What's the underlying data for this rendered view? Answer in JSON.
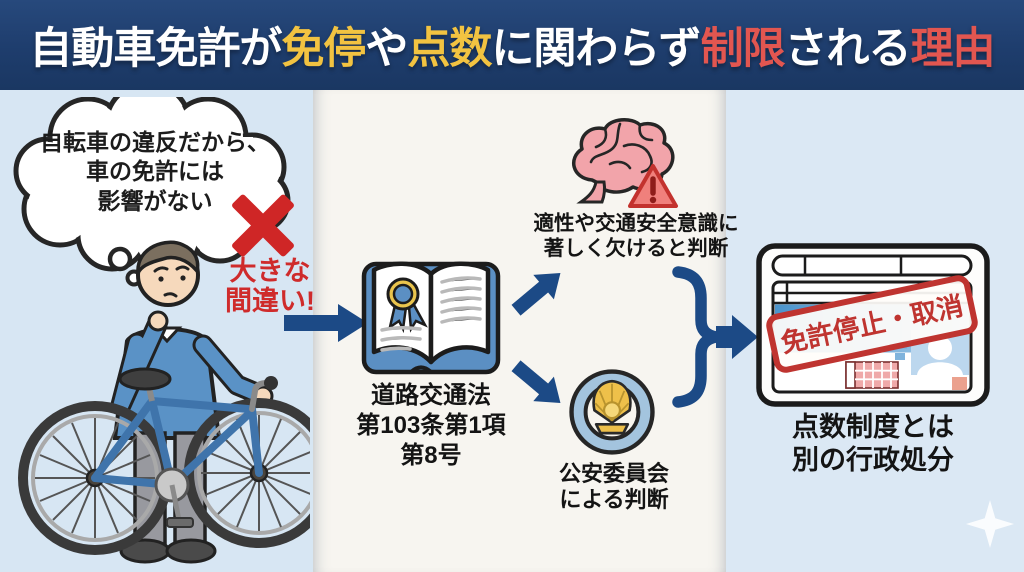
{
  "title": {
    "segments": [
      {
        "text": "自動車免許が",
        "color": "#ffffff"
      },
      {
        "text": "免停",
        "color": "#f2c341"
      },
      {
        "text": "や",
        "color": "#ffffff"
      },
      {
        "text": "点数",
        "color": "#f2c341"
      },
      {
        "text": "に関わらず",
        "color": "#ffffff"
      },
      {
        "text": "制限",
        "color": "#e25650"
      },
      {
        "text": "される",
        "color": "#ffffff"
      },
      {
        "text": "理由",
        "color": "#e25650"
      }
    ]
  },
  "left_panel": {
    "thought_bubble": {
      "lines": [
        "自転車の違反だから、",
        "車の免許には",
        "影響がない"
      ]
    },
    "mistake_label": {
      "lines": [
        "大きな",
        "間違い!"
      ]
    }
  },
  "middle_panel": {
    "law_label": {
      "lines": [
        "道路交通法",
        "第103条第1項",
        "第8号"
      ]
    },
    "assessment_label": {
      "lines": [
        "適性や交通安全意識に",
        "著しく欠けると判断"
      ]
    },
    "committee_label": {
      "lines": [
        "公安委員会",
        "による判断"
      ]
    }
  },
  "right_panel": {
    "license_stamp": "免許停止・取消",
    "caption": {
      "lines": [
        "点数制度とは",
        "別の行政処分"
      ]
    }
  },
  "colors": {
    "band_navy": "#1e3d6d",
    "arrow_navy": "#1c4a86",
    "alert_red": "#cf2b2b",
    "stamp_red": "#bf3430",
    "highlight_yellow": "#f2c341",
    "highlight_red": "#e25650",
    "panel_blue": "#d9e7f4",
    "panel_cream": "#f7f5f0"
  }
}
